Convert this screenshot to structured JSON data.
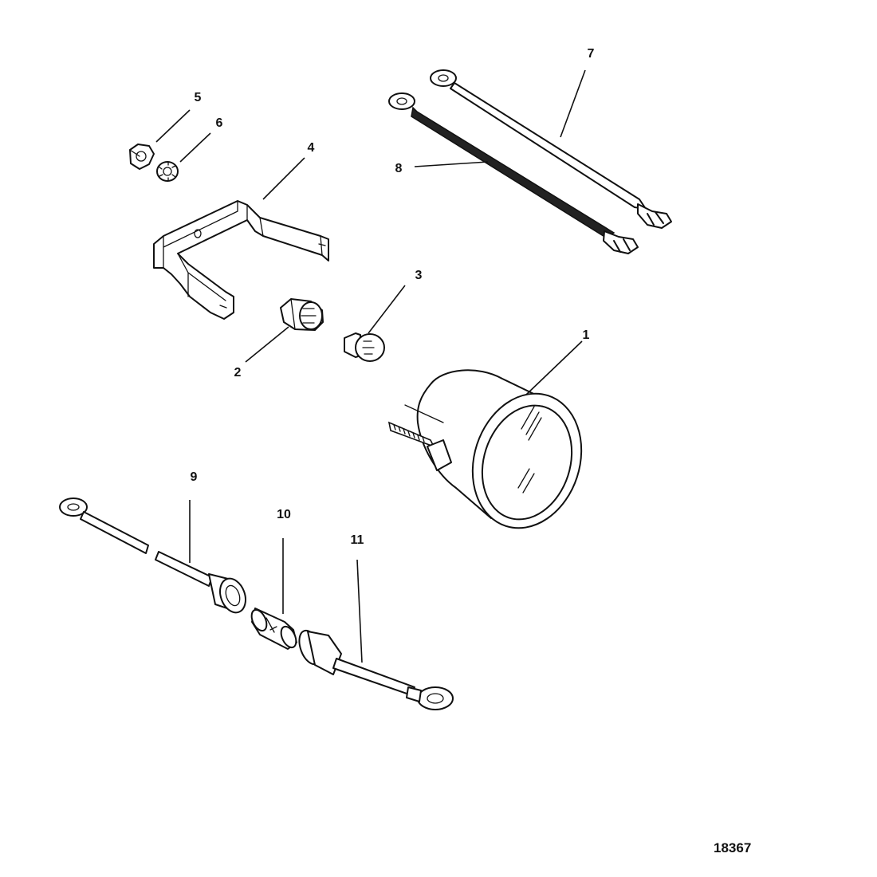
{
  "diagram": {
    "figure_number": "18367",
    "colors": {
      "ink": "#111111",
      "paper": "#ffffff",
      "dark_wire": "#222222"
    },
    "callouts": [
      {
        "id": "1",
        "label": "1"
      },
      {
        "id": "2",
        "label": "2"
      },
      {
        "id": "3",
        "label": "3"
      },
      {
        "id": "4",
        "label": "4"
      },
      {
        "id": "5",
        "label": "5"
      },
      {
        "id": "6",
        "label": "6"
      },
      {
        "id": "7",
        "label": "7"
      },
      {
        "id": "8",
        "label": "8"
      },
      {
        "id": "9",
        "label": "9"
      },
      {
        "id": "10",
        "label": "10"
      },
      {
        "id": "11",
        "label": "11"
      }
    ]
  }
}
